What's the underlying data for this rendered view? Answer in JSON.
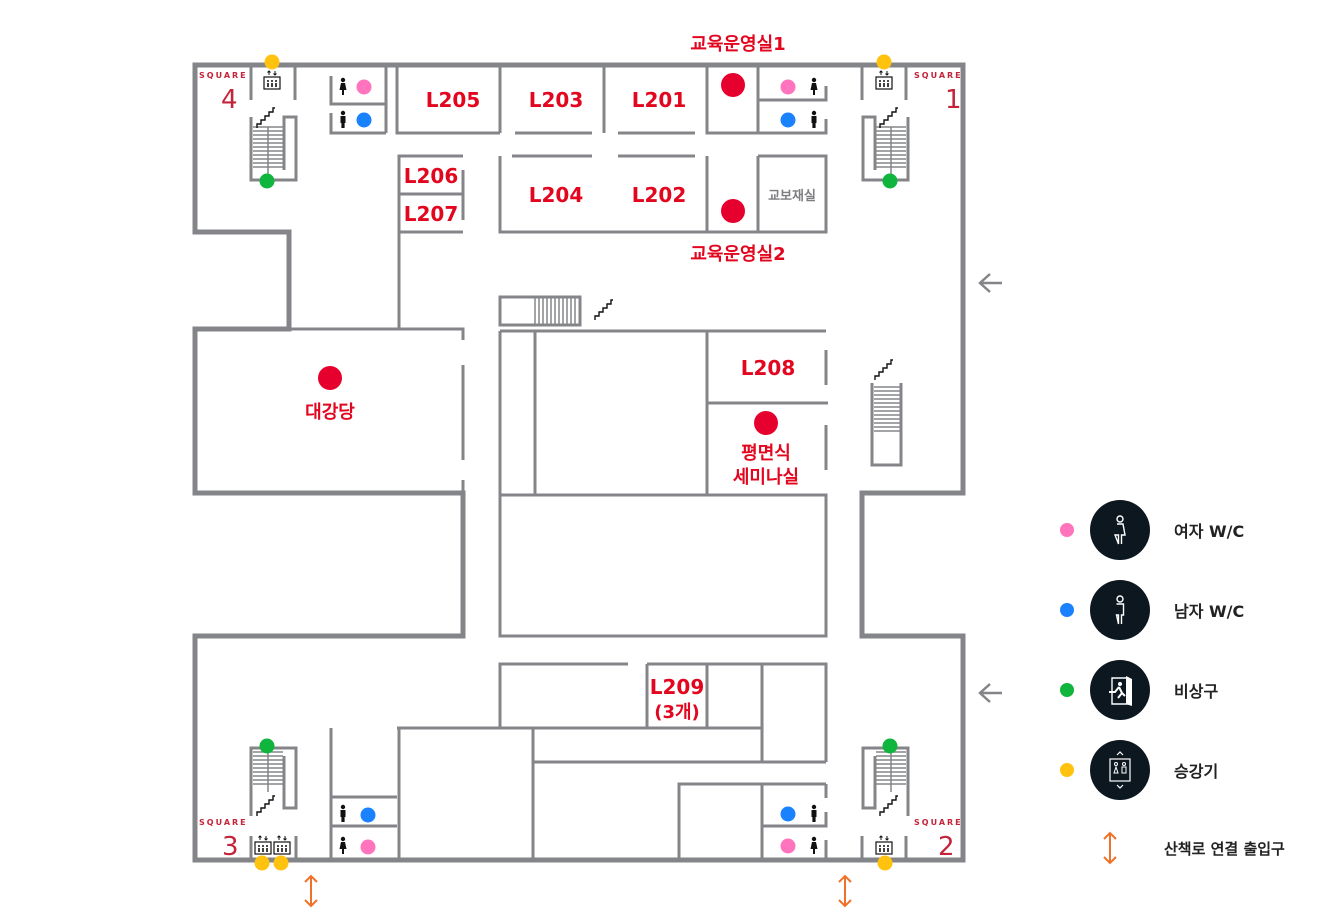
{
  "colors": {
    "wall": "#848589",
    "room_label": "#e2061f",
    "square_label": "#c4243a",
    "women_wc": "#ff74bd",
    "men_wc": "#1a82ff",
    "emergency_exit": "#0fb53d",
    "elevator": "#ffc20e",
    "venue_marker": "#e6002d",
    "walkway_arrow": "#f07128",
    "legend_circle": "#0d1720"
  },
  "squares": [
    {
      "word": "SQUARE",
      "number": "4"
    },
    {
      "word": "SQUARE",
      "number": "1"
    },
    {
      "word": "SQUARE",
      "number": "3"
    },
    {
      "word": "SQUARE",
      "number": "2"
    }
  ],
  "rooms": {
    "L205": "L205",
    "L203": "L203",
    "L201": "L201",
    "L206": "L206",
    "L207": "L207",
    "L204": "L204",
    "L202": "L202",
    "L208": "L208",
    "L209_line1": "L209",
    "L209_line2": "(3개)",
    "storage": "교보재실"
  },
  "venues": {
    "edu_office_1": "교육운영실1",
    "edu_office_2": "교육운영실2",
    "auditorium": "대강당",
    "seminar_line1": "평면식",
    "seminar_line2": "세미나실"
  },
  "legend": [
    {
      "label": "여자 W/C",
      "icon": "woman-icon",
      "dot": "pink"
    },
    {
      "label": "남자 W/C",
      "icon": "man-icon",
      "dot": "blue"
    },
    {
      "label": "비상구",
      "icon": "emergency-exit-icon",
      "dot": "green"
    },
    {
      "label": "승강기",
      "icon": "elevator-icon",
      "dot": "yellow"
    },
    {
      "label": "산책로 연결 출입구",
      "icon": "up-down-arrow-icon"
    }
  ]
}
